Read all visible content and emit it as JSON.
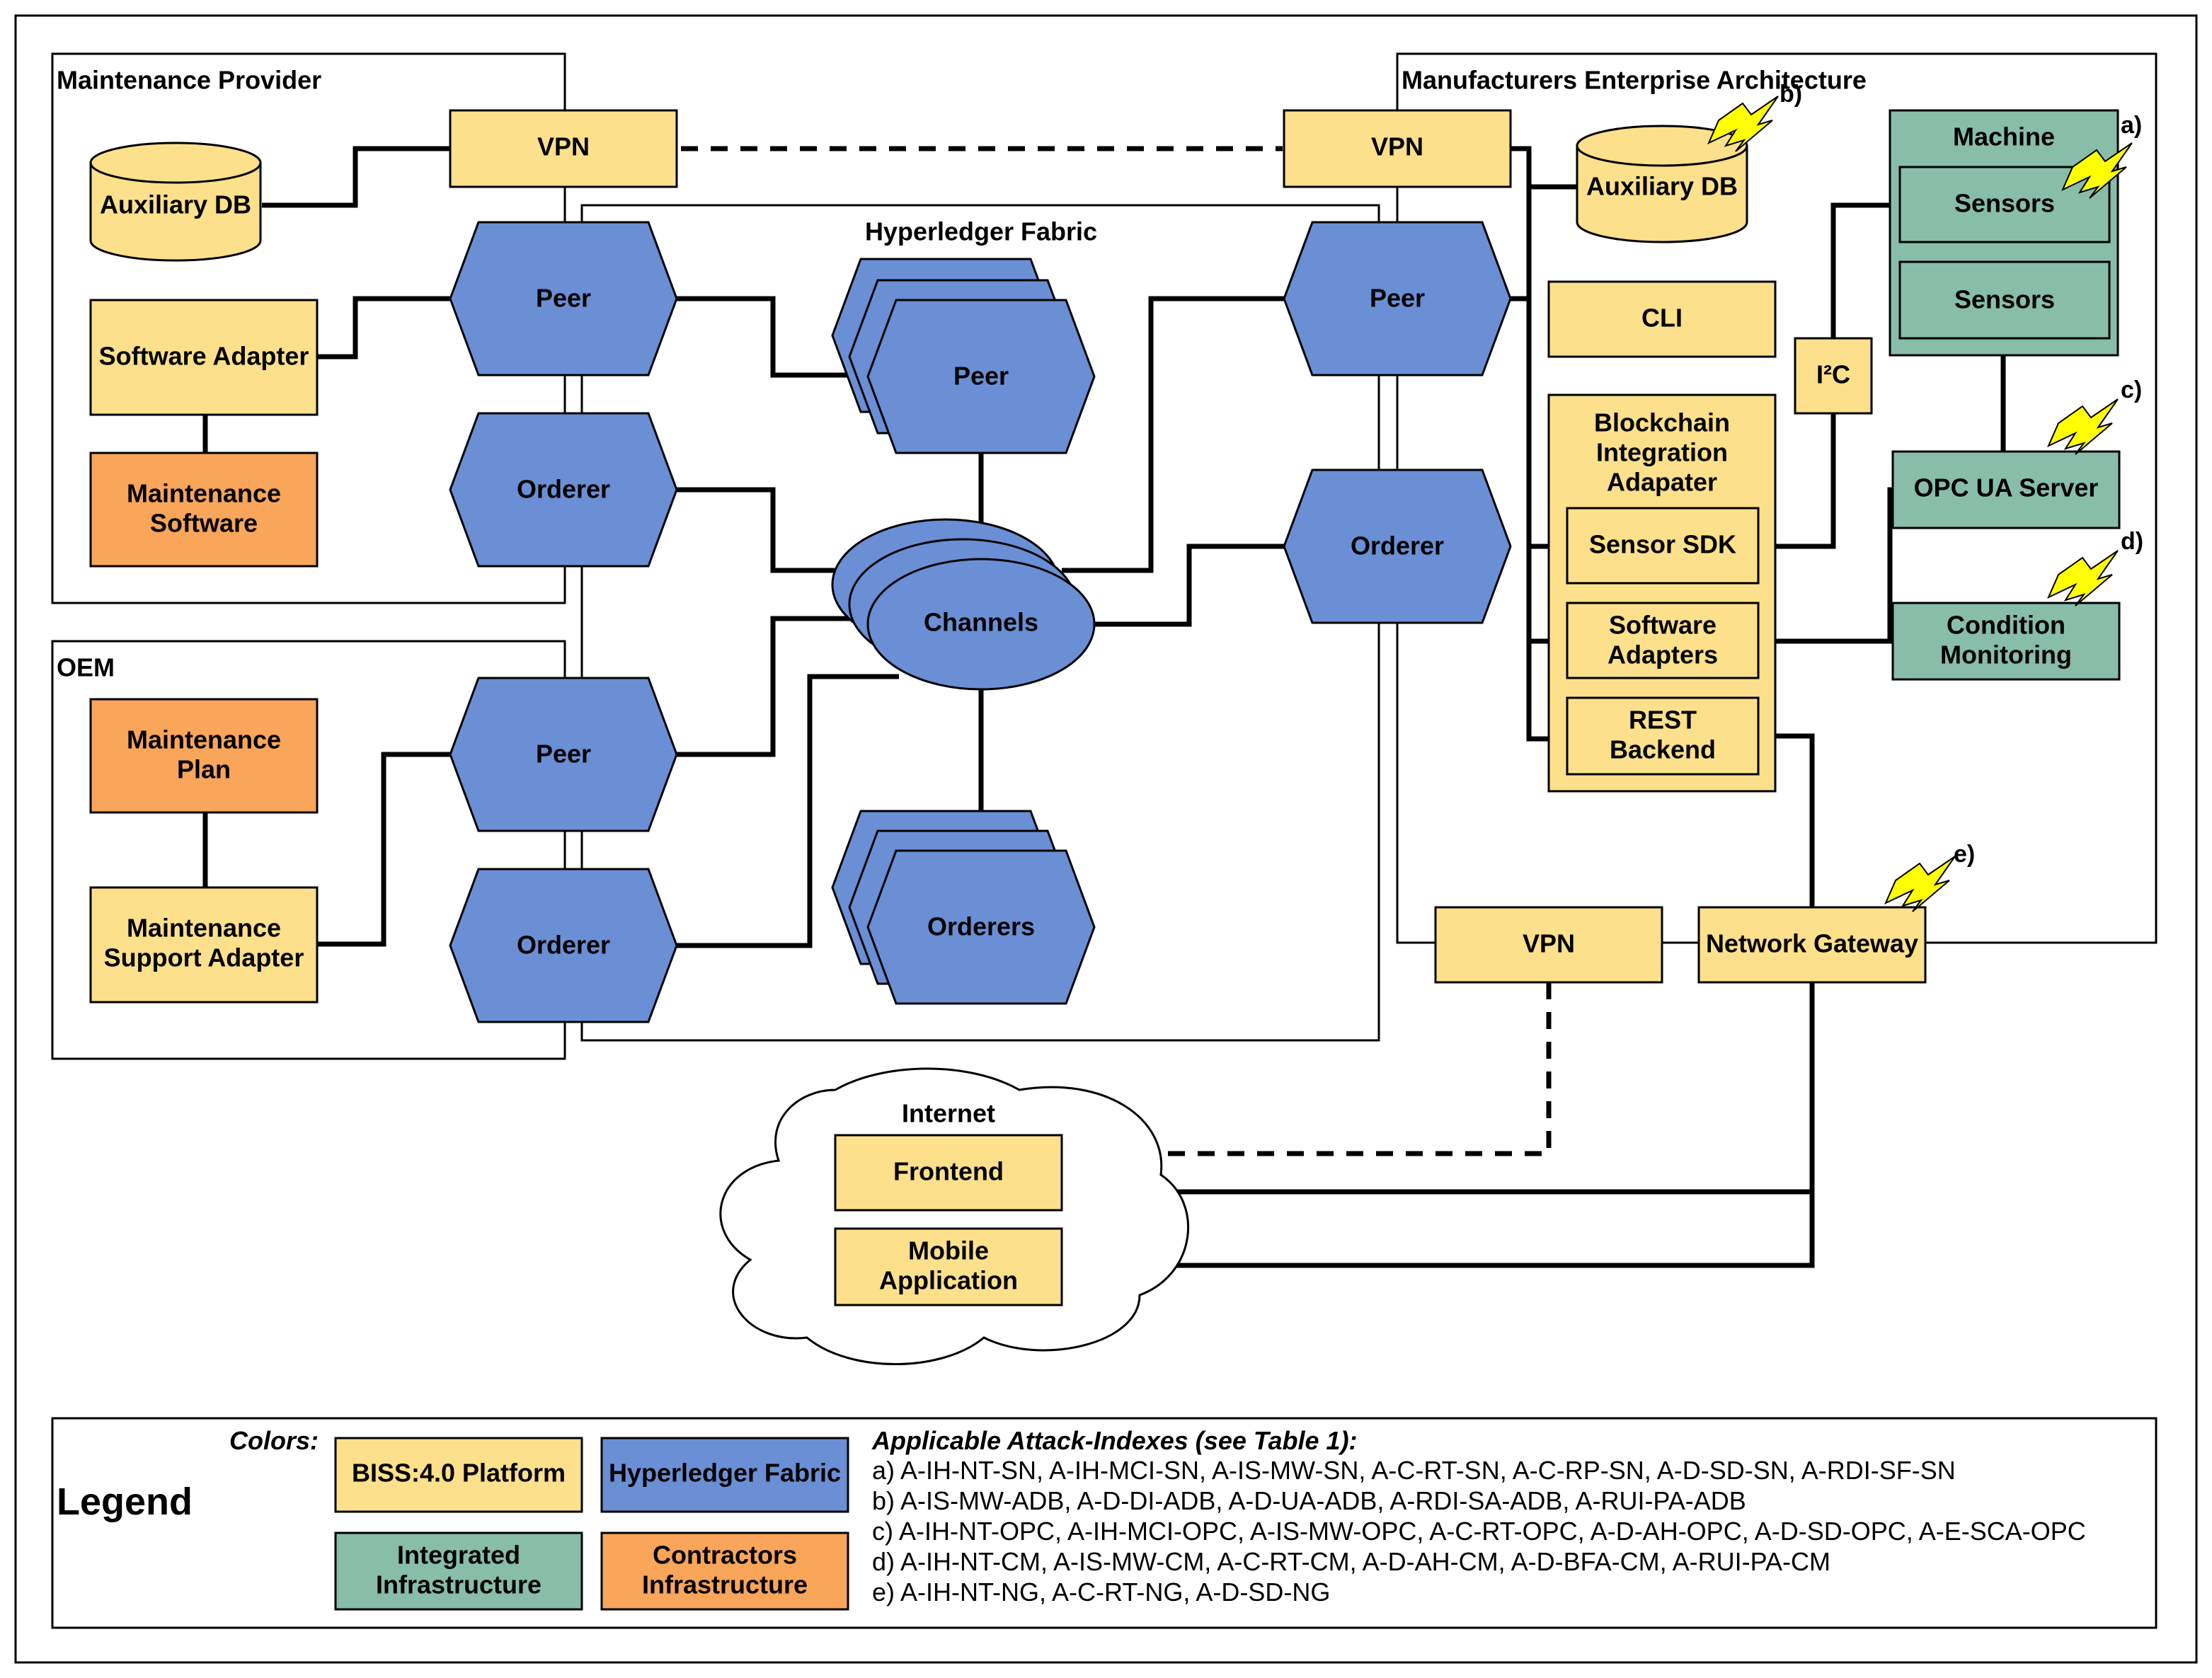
{
  "colors": {
    "biss_platform": "#fde08b",
    "hyperledger": "#6a8fd5",
    "integrated": "#88bdaa",
    "contractors": "#f9a55a",
    "bolt": "#ffff00"
  },
  "groups": {
    "maintenance_provider": "Maintenance Provider",
    "oem": "OEM",
    "manufacturers": "Manufacturers Enterprise Architecture",
    "hyperledger": "Hyperledger Fabric",
    "machine": "Machine",
    "internet": "Internet"
  },
  "nodes": {
    "mp_vpn": "VPN",
    "mp_aux_db": "Auxiliary DB",
    "mp_software_adapter": "Software Adapter",
    "mp_maintenance_software": [
      "Maintenance",
      "Software"
    ],
    "mp_peer": "Peer",
    "mp_orderer": "Orderer",
    "oem_maintenance_plan": [
      "Maintenance",
      "Plan"
    ],
    "oem_support_adapter": [
      "Maintenance",
      "Support Adapter"
    ],
    "oem_peer": "Peer",
    "oem_orderer": "Orderer",
    "hf_peer": "Peer",
    "hf_channels": "Channels",
    "hf_orderers": "Orderers",
    "mfr_vpn": "VPN",
    "mfr_aux_db": "Auxiliary DB",
    "mfr_peer": "Peer",
    "mfr_orderer": "Orderer",
    "cli": "CLI",
    "bia": [
      "Blockchain",
      "Integration",
      "Adapater"
    ],
    "sensor_sdk": "Sensor SDK",
    "software_adapters": [
      "Software",
      "Adapters"
    ],
    "rest_backend": [
      "REST",
      "Backend"
    ],
    "i2c": "I²C",
    "sensors_1": "Sensors",
    "sensors_2": "Sensors",
    "opc_ua_server": "OPC UA Server",
    "condition_monitoring": [
      "Condition",
      "Monitoring"
    ],
    "bottom_vpn": "VPN",
    "network_gateway": "Network Gateway",
    "frontend": "Frontend",
    "mobile_app": [
      "Mobile",
      "Application"
    ]
  },
  "attack_tags": {
    "a": "a)",
    "b": "b)",
    "c": "c)",
    "d": "d)",
    "e": "e)"
  },
  "legend": {
    "title": "Legend",
    "colors_label": "Colors:",
    "biss": "BISS:4.0 Platform",
    "hyperledger": "Hyperledger Fabric",
    "integrated": [
      "Integrated",
      "Infrastructure"
    ],
    "contractors": [
      "Contractors",
      "Infrastructure"
    ],
    "attack_title": "Applicable Attack-Indexes (see Table 1):",
    "attack_lines": [
      "a) A-IH-NT-SN,  A-IH-MCI-SN, A-IS-MW-SN, A-C-RT-SN, A-C-RP-SN, A-D-SD-SN, A-RDI-SF-SN",
      "b) A-IS-MW-ADB, A-D-DI-ADB, A-D-UA-ADB, A-RDI-SA-ADB, A-RUI-PA-ADB",
      "c) A-IH-NT-OPC, A-IH-MCI-OPC, A-IS-MW-OPC, A-C-RT-OPC, A-D-AH-OPC, A-D-SD-OPC, A-E-SCA-OPC",
      "d) A-IH-NT-CM, A-IS-MW-CM, A-C-RT-CM, A-D-AH-CM, A-D-BFA-CM, A-RUI-PA-CM",
      "e) A-IH-NT-NG, A-C-RT-NG, A-D-SD-NG"
    ]
  }
}
